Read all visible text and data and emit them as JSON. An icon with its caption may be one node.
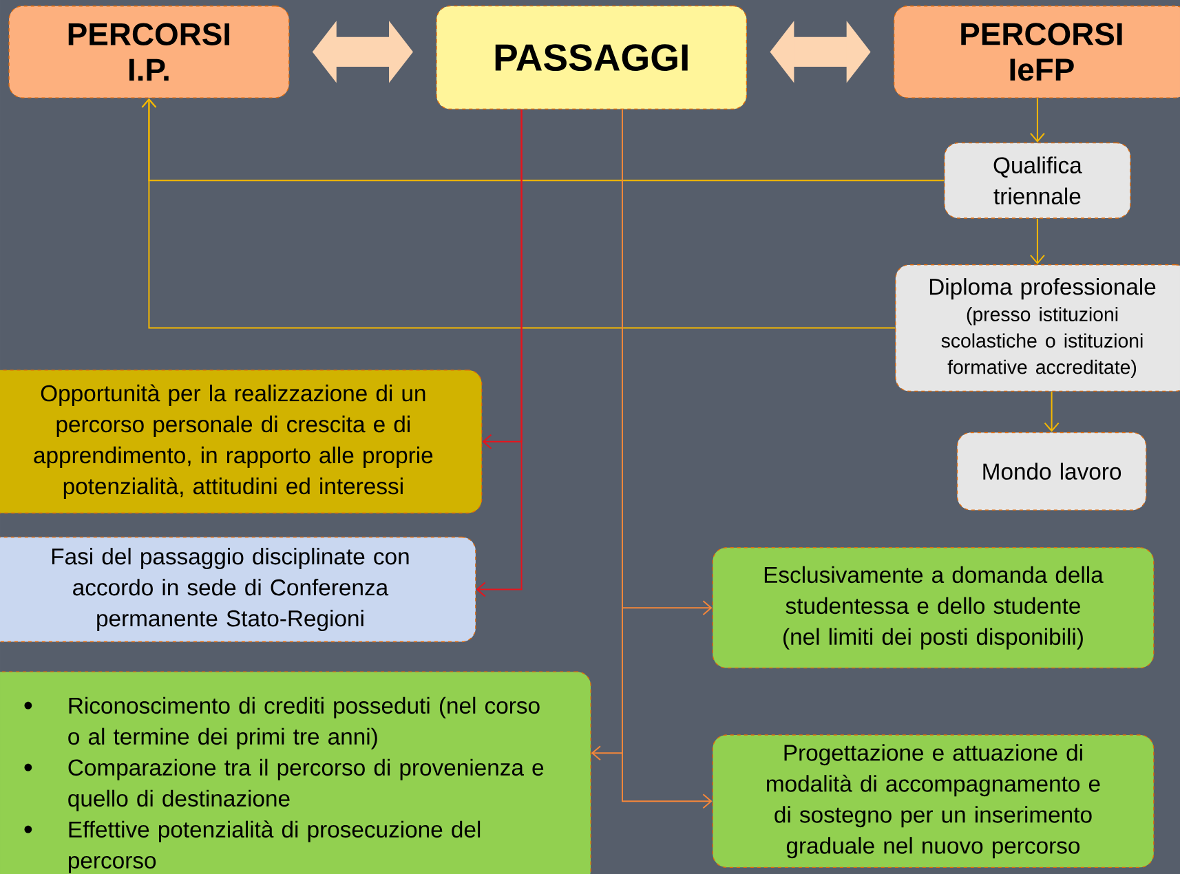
{
  "diagram": {
    "nodes": [
      {
        "text": [
          "PERCORSI I.P."
        ]
      },
      {
        "text": [
          "PASSAGGI"
        ]
      },
      {
        "text": [
          "PERCORSI IeFP"
        ]
      },
      {
        "text": [
          "Qualifica triennale"
        ]
      },
      {
        "text": [
          "Diploma professionale",
          "(presso istituzioni scolastiche o istituzioni formative accreditate)"
        ]
      },
      {
        "text": [
          "Mondo lavoro"
        ]
      },
      {
        "text": [
          "Opportunità per la realizzazione di un percorso personale di crescita e di apprendimento, in rapporto alle proprie potenzialità, attitudini ed interessi"
        ]
      },
      {
        "text": [
          "Fasi del passaggio disciplinate con accordo in sede di Conferenza permanente Stato-Regioni"
        ]
      },
      {
        "text": [
          "Riconoscimento di crediti posseduti (nel corso o al termine dei primi tre anni)",
          "Comparazione tra il percorso di provenienza e quello di destinazione",
          "Effettive potenzialità di prosecuzione del percorso"
        ]
      },
      {
        "text": [
          "Esclusivamente a domanda della studentessa e dello studente (nel limiti dei posti disponibili)"
        ]
      },
      {
        "text": [
          "Progettazione e attuazione di modalità di accompagnamento e di sostegno per un inserimento graduale nel nuovo percorso"
        ]
      }
    ],
    "edges": [
      {
        "from": 0,
        "to": 1,
        "arrow": "both",
        "style": "thick",
        "color": "#fdd5b1"
      },
      {
        "from": 1,
        "to": 2,
        "arrow": "both",
        "style": "thick",
        "color": "#fdd5b1"
      },
      {
        "from": 2,
        "to": 3,
        "arrow": "to"
      },
      {
        "from": 3,
        "to": 4,
        "arrow": "to"
      },
      {
        "from": 4,
        "to": 5,
        "arrow": "to"
      },
      {
        "from": 3,
        "to": 0,
        "arrow": "to"
      },
      {
        "from": 4,
        "to": 0,
        "arrow": "to"
      },
      {
        "from": 1,
        "to": 6,
        "arrow": "to",
        "color": "#e8141c"
      },
      {
        "from": 1,
        "to": 7,
        "arrow": "to",
        "color": "#e8141c"
      },
      {
        "from": 1,
        "to": 9,
        "arrow": "to",
        "color": "#f5873a"
      },
      {
        "from": 1,
        "to": 8,
        "arrow": "to",
        "color": "#f5873a"
      },
      {
        "from": 1,
        "to": 10,
        "arrow": "to",
        "color": "#f5873a"
      }
    ]
  }
}
